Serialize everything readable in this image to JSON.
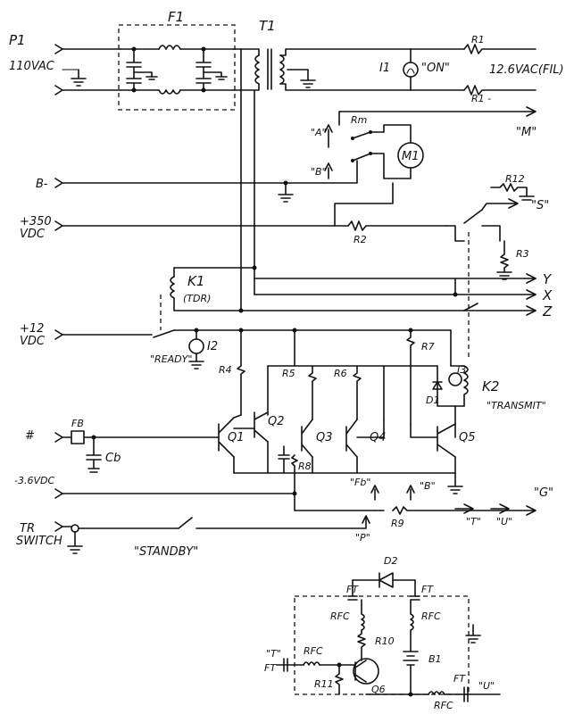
{
  "labels": {
    "p1": "P1",
    "v110": "110VAC",
    "f1": "F1",
    "t1": "T1",
    "i1": "I1",
    "on": "\"ON\"",
    "fil": "12.6VAC(FIL)",
    "r1a": "R1",
    "r1b": "R1 -",
    "rm": "Rm",
    "a": "\"A\"",
    "b_sw": "\"B\"",
    "m1": "M1",
    "m_out": "\"M\"",
    "bminus": "B-",
    "v350": "+350",
    "vdc1": "VDC",
    "r2": "R2",
    "r12": "R12",
    "s": "\"S\"",
    "r3": "R3",
    "k1": "K1",
    "tdr": "(TDR)",
    "y": "Y",
    "x": "X",
    "z": "Z",
    "v12": "+12",
    "vdc2": "VDC",
    "i2": "I2",
    "ready": "\"READY\"",
    "r4": "R4",
    "r5": "R5",
    "r6": "R6",
    "r7": "R7",
    "i3": "I3",
    "d1": "D1",
    "k2": "K2",
    "transmit": "\"TRANSMIT\"",
    "hash": "#",
    "fb": "FB",
    "cb": "Cb",
    "q1": "Q1",
    "q2": "Q2",
    "q3": "Q3",
    "q4": "Q4",
    "q5": "Q5",
    "r8": "R8",
    "vdc3": "-3.6VDC",
    "fb_pt": "\"Fb\"",
    "b_pt": "\"B\"",
    "g": "\"G\"",
    "r9": "R9",
    "t_pt": "\"T\"",
    "u_pt": "\"U\"",
    "tr": "TR",
    "switch": "SWITCH",
    "p_pt": "\"P\"",
    "standby": "\"STANDBY\"",
    "d2": "D2",
    "ft1": "FT",
    "ft2": "FT",
    "rfc1": "RFC",
    "rfc2": "RFC",
    "t_in": "\"T\"",
    "ft3": "FT",
    "rfc3": "RFC",
    "r10": "R10",
    "b1": "B1",
    "q6": "Q6",
    "r11": "R11",
    "ft4": "FT",
    "rfc4": "RFC",
    "u_out": "\"U\""
  }
}
